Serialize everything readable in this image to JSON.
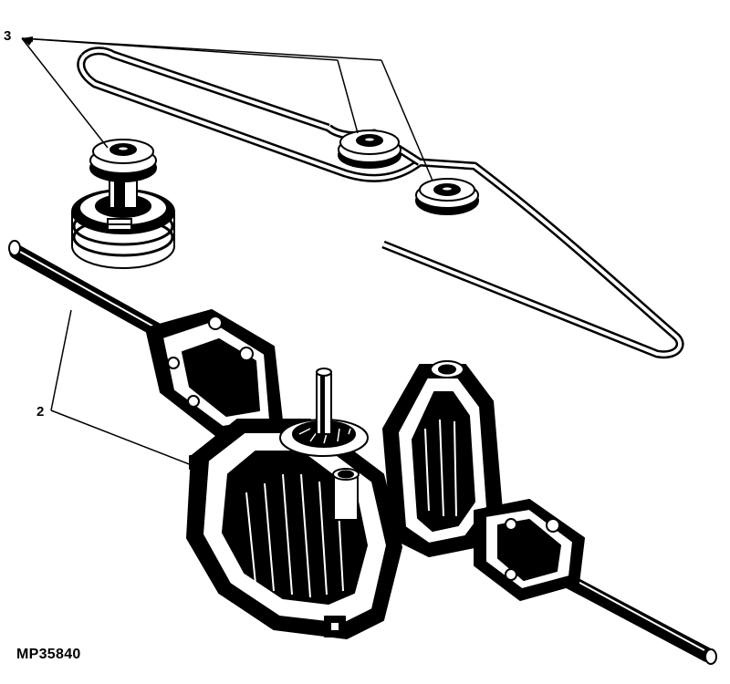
{
  "callouts": {
    "belt_and_pulleys": "3",
    "transaxle": "2"
  },
  "figure_id": "MP35840",
  "colors": {
    "ink": "#000000",
    "paper": "#ffffff"
  }
}
